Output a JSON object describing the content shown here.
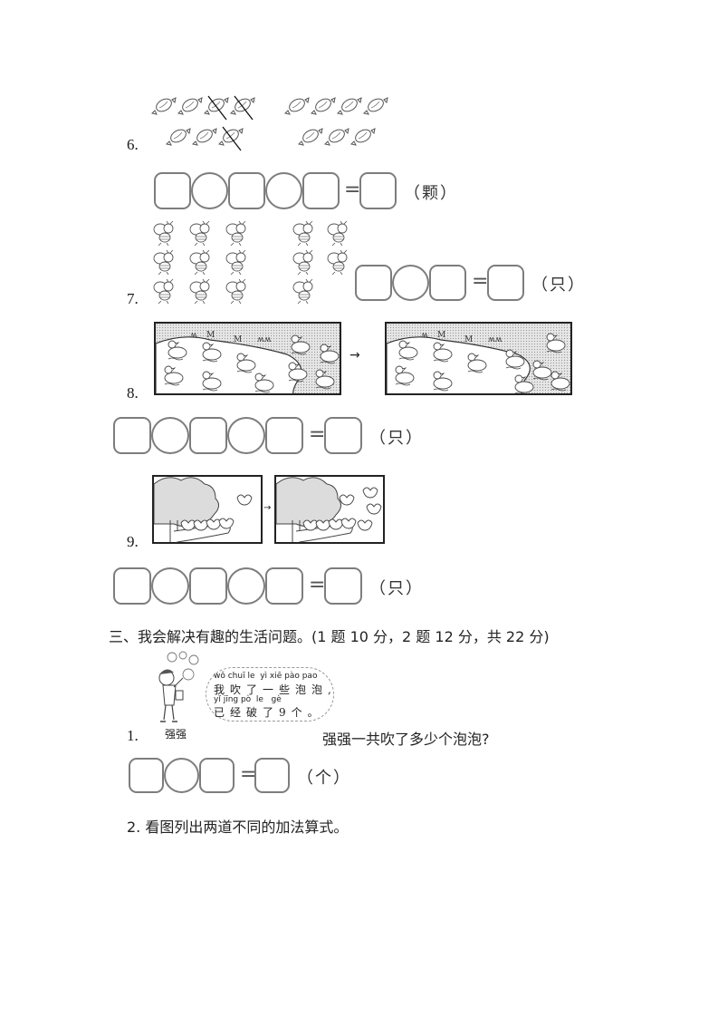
{
  "questions": {
    "q6": {
      "number": "6.",
      "description": "candies: left group 7 (3 crossed out), right group 7",
      "left_group": {
        "count": 7,
        "crossed": 3
      },
      "right_group": {
        "count": 7
      },
      "answer_boxes": [
        "square",
        "circle",
        "square",
        "circle",
        "square"
      ],
      "equals": "=",
      "unit": "（颗）"
    },
    "q7": {
      "number": "7.",
      "description": "bees: left group 9, right group 5",
      "left_group": {
        "count": 9
      },
      "right_group": {
        "count": 5
      },
      "answer_boxes": [
        "square",
        "circle",
        "square"
      ],
      "equals": "=",
      "unit": "（只）"
    },
    "q8": {
      "number": "8.",
      "arrow": "→",
      "before": {
        "water_ducks": 6,
        "land_ducks": 4
      },
      "after": {
        "water_ducks": 5,
        "land_ducks": 5
      },
      "answer_boxes": [
        "square",
        "circle",
        "square",
        "circle",
        "square"
      ],
      "equals": "=",
      "unit": "（只）"
    },
    "q9": {
      "number": "9.",
      "arrow": "→",
      "before": {
        "birds_on_branch": 4,
        "birds_flying": 1
      },
      "after": {
        "birds_on_branch": 4,
        "birds_flying": 4
      },
      "answer_boxes": [
        "square",
        "circle",
        "square",
        "circle",
        "square"
      ],
      "equals": "=",
      "unit": "（只）"
    }
  },
  "section3": {
    "title": "三、我会解决有趣的生活问题。(1 题 10 分，2 题 12 分，共 22 分)",
    "problem1": {
      "number": "1.",
      "character_name": "强强",
      "speech": {
        "pinyin_line1": "wǒ chuī le  yì xiē pào pao",
        "hanzi_line1": "我吹了一些泡泡,",
        "pinyin_line2": "yǐ jīng pò  le   gè",
        "hanzi_line2": "已经破了9个。"
      },
      "question": "强强一共吹了多少个泡泡?",
      "answer_boxes": [
        "square",
        "circle",
        "square"
      ],
      "equals": "=",
      "unit": "（个）"
    },
    "problem2": {
      "text": "2. 看图列出两道不同的加法算式。"
    }
  },
  "colors": {
    "box_border": "#7d7d7d",
    "text": "#1a1a1a",
    "stipple": "#e6e6e6"
  }
}
